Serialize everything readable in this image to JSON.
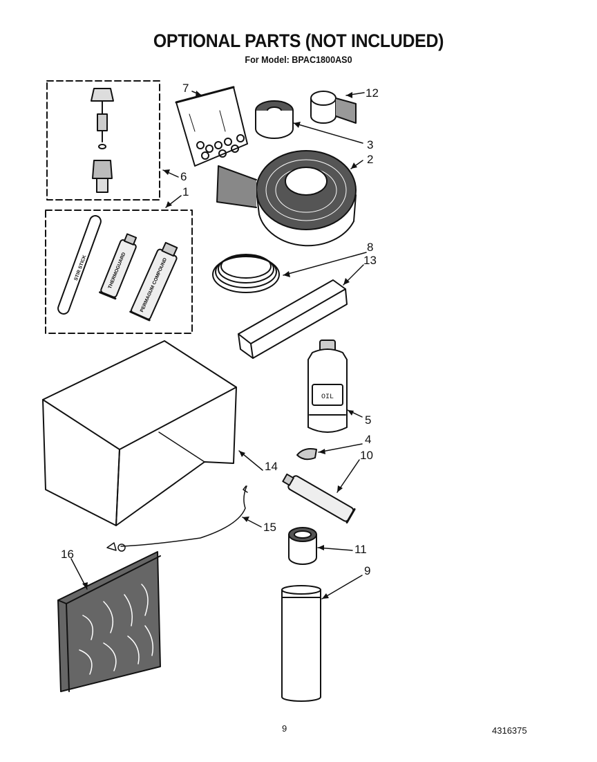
{
  "title": "OPTIONAL PARTS (NOT INCLUDED)",
  "subtitle": "For Model: BPAC1800AS0",
  "page_number": "9",
  "document_number": "4316375",
  "part_labels": {
    "stir_stick": "STIR STICK",
    "tube_small": "THERMOGUARD",
    "tube_large": "PERMAGUM COMPOUND",
    "bottle": "OIL"
  },
  "callouts": [
    "7",
    "12",
    "3",
    "2",
    "6",
    "1",
    "8",
    "13",
    "5",
    "4",
    "10",
    "14",
    "15",
    "11",
    "9",
    "16"
  ]
}
